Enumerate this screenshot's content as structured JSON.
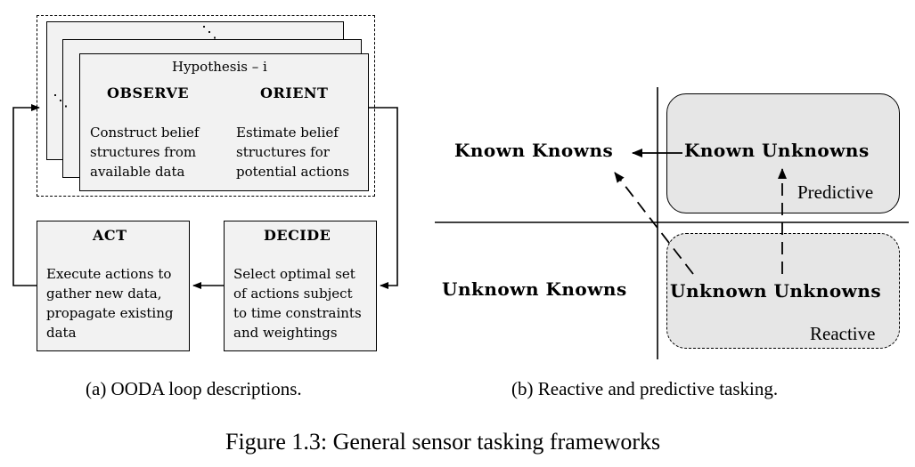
{
  "panel_a": {
    "hypothesis": "Hypothesis – i",
    "ellipsis_top": "⋱",
    "ellipsis_left": "⋱",
    "observe": {
      "title": "OBSERVE",
      "lines": [
        "Construct belief",
        "structures from",
        "available data"
      ]
    },
    "orient": {
      "title": "ORIENT",
      "lines": [
        "Estimate belief",
        "structures for",
        "potential actions"
      ]
    },
    "act": {
      "title": "ACT",
      "lines": [
        "Execute actions to",
        "gather new data,",
        "propagate existing",
        "data"
      ]
    },
    "decide": {
      "title": "DECIDE",
      "lines": [
        "Select optimal set",
        "of actions subject",
        "to time constraints",
        "and weightings"
      ]
    },
    "caption": "(a)  OODA loop descriptions."
  },
  "panel_b": {
    "known_knowns": "Known Knowns",
    "known_unknowns": "Known Unknowns",
    "unknown_knowns": "Unknown Knowns",
    "unknown_unknowns": "Unknown Unknowns",
    "predictive": "Predictive",
    "reactive": "Reactive",
    "caption": "(b)  Reactive and predictive tasking."
  },
  "figure_caption": "Figure 1.3: General sensor tasking frameworks"
}
